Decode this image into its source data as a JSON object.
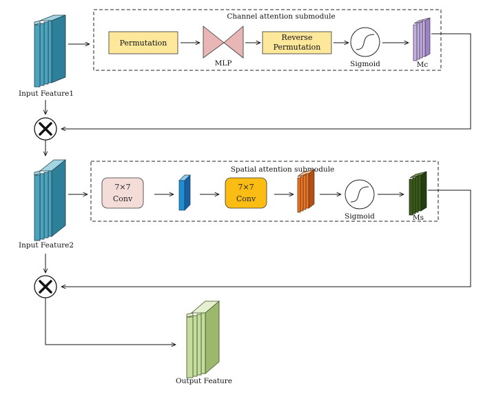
{
  "channel_module": {
    "title": "Channel attention submodule",
    "permutation": "Permutation",
    "mlp": "MLP",
    "reverse_line1": "Reverse",
    "reverse_line2": "Permutation",
    "sigmoid": "Sigmoid",
    "output": "Mc"
  },
  "spatial_module": {
    "title": "Spatial attention submodule",
    "conv1_line1": "7×7",
    "conv1_line2": "Conv",
    "conv2_line1": "7×7",
    "conv2_line2": "Conv",
    "sigmoid": "Sigmoid",
    "output": "Ms"
  },
  "features": {
    "input1": "Input Feature1",
    "input2": "Input Feature2",
    "output": "Output Feature"
  },
  "colors": {
    "feature_blue": "#4ba3bd",
    "output_green": "#c5dc9f",
    "mc_purple": "#c4b1de",
    "ms_green": "#3b5a1c",
    "permutation_box": "#fde79b",
    "mlp": "#e9b6b6",
    "conv1_box": "#f4dcd9",
    "conv2_box": "#fbbd14",
    "blue_map": "#1f8fd0",
    "orange_map": "#e8762b"
  }
}
